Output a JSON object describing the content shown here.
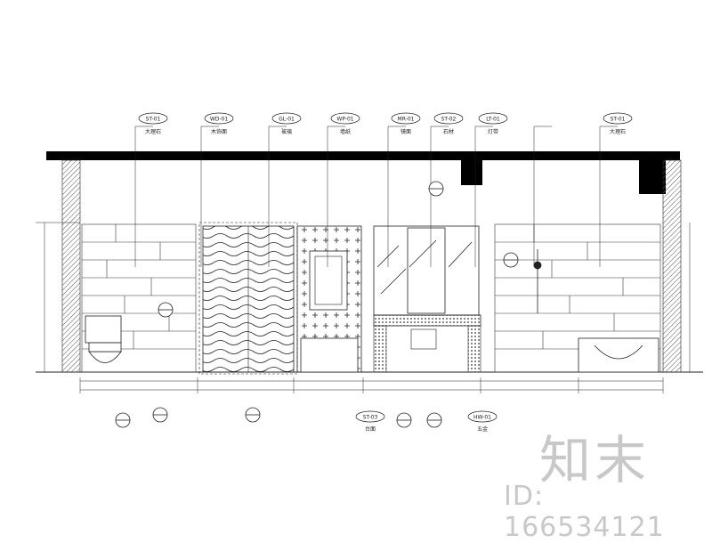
{
  "watermark": {
    "logo_text": "知末",
    "id_text": "ID: 166534121"
  },
  "callouts_top": [
    {
      "code": "ST-01",
      "label": "大理石"
    },
    {
      "code": "WD-01",
      "label": "木饰面"
    },
    {
      "code": "GL-01",
      "label": "玻璃"
    },
    {
      "code": "WP-01",
      "label": "墙纸"
    },
    {
      "code": "MR-01",
      "label": "镜面"
    },
    {
      "code": "ST-02",
      "label": "石材"
    },
    {
      "code": "LT-01",
      "label": "灯带"
    },
    {
      "code": "",
      "label": ""
    },
    {
      "code": "ST-01",
      "label": "大理石"
    }
  ],
  "callouts_bottom": [
    {
      "code": "ST-03",
      "label": "台面"
    },
    {
      "code": "HW-01",
      "label": "五金"
    }
  ],
  "colors": {
    "line": "#1a1a1a",
    "beam": "#000000",
    "hatch": "#555555",
    "watermark": "#c8c8c8"
  }
}
